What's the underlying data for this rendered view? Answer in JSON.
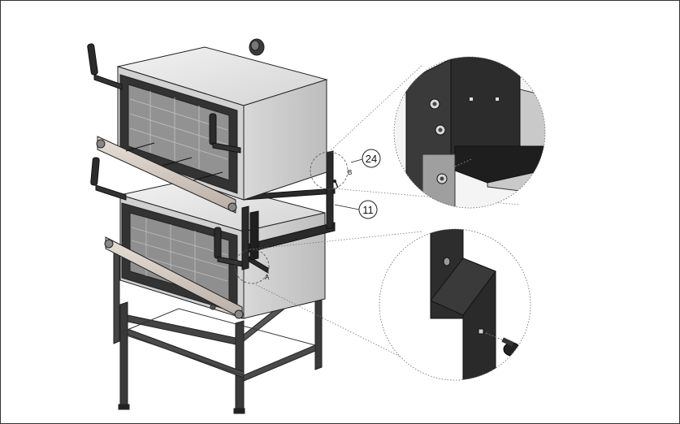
{
  "callouts": {
    "part_24": "24",
    "part_11": "11",
    "detail_b": "B",
    "detail_a": "A"
  },
  "colors": {
    "steel_light": "#e3e3e3",
    "steel_mid": "#c9c9c9",
    "steel_dark": "#8c8c8c",
    "frame_black": "#2a2a2a",
    "glass": "#9a9a9a",
    "outline": "#222222"
  }
}
